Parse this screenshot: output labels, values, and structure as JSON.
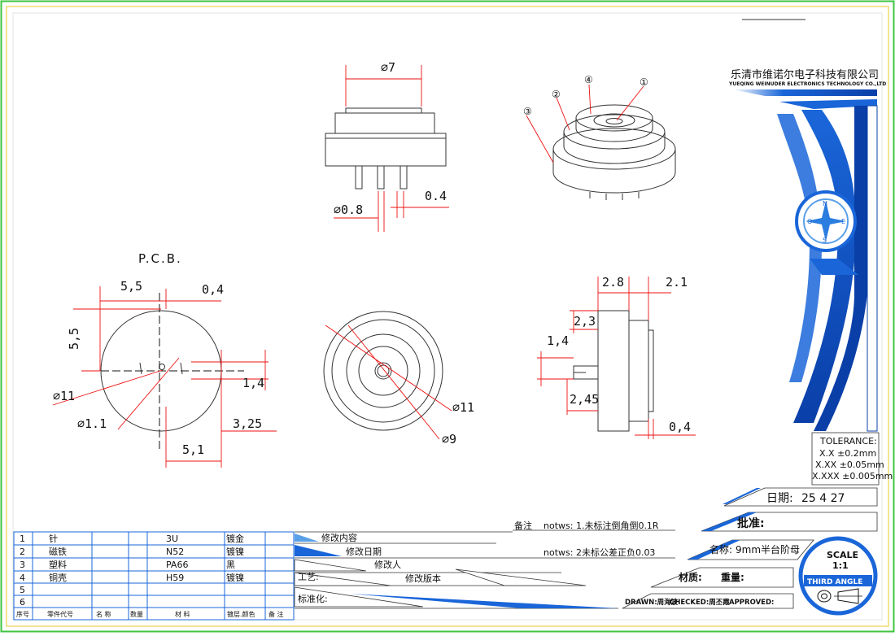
{
  "company": {
    "name_cn": "乐清市维诺尔电子科技有限公司",
    "name_en": "YUEQING WEINUDER ELECTRONICS TECHNOLOGY CO.,LTD"
  },
  "views": {
    "front": {
      "dia": "⌀7",
      "pin_dia": "⌀0.8",
      "gap": "0.4"
    },
    "iso": {
      "balloons": [
        "①",
        "②",
        "③",
        "④"
      ]
    },
    "pcb": {
      "title": "P.C.B.",
      "dims": {
        "d55h": "5,5",
        "d04": "0,4",
        "d55v": "5,5",
        "d14": "1,4",
        "d11": "⌀11",
        "d325": "3,25",
        "d11h": "⌀1.1",
        "d51": "5,1"
      }
    },
    "top": {
      "d11": "⌀11",
      "d9": "⌀9"
    },
    "side": {
      "d28": "2.8",
      "d21": "2.1",
      "d23": "2,3",
      "d14": "1,4",
      "d245": "2,45",
      "d04": "0,4"
    }
  },
  "tolerance": {
    "title": "TOLERANCE:",
    "lines": [
      "X.X  ±0.2mm",
      "X.XX  ±0.05mm",
      "X.XXX ±0.005mm"
    ]
  },
  "date": {
    "label": "日期:",
    "value": "25  4  27"
  },
  "approve": {
    "label": "批准:"
  },
  "product": {
    "label": "名称:",
    "value": "9mm半台阶母"
  },
  "scale": {
    "label": "SCALE",
    "value": "1:1",
    "angle": "THIRD ANGLE"
  },
  "notes": {
    "label": "备注",
    "line1": "notws: 1.未标注倒角倒0.1R",
    "line2": "notws: 2未标公差正负0.03"
  },
  "revision": {
    "content": "修改内容",
    "date": "修改日期",
    "person": "修改人",
    "version": "修改版本"
  },
  "process": "工艺:",
  "standard": "标准化:",
  "material_label": "材质:",
  "weight_label": "重量:",
  "sign": {
    "drawn": "DRAWN:周海波",
    "checked": "CHECKED:周丕霞",
    "approved": "APPROVED:"
  },
  "bom": {
    "rows": [
      {
        "no": "1",
        "name": "针",
        "material": "3U",
        "finish": "镀金"
      },
      {
        "no": "2",
        "name": "磁铁",
        "material": "N52",
        "finish": "镀镍"
      },
      {
        "no": "3",
        "name": "塑料",
        "material": "PA66",
        "finish": "黑"
      },
      {
        "no": "4",
        "name": "铜壳",
        "material": "H59",
        "finish": "镀镍"
      },
      {
        "no": "5",
        "name": "",
        "material": "",
        "finish": ""
      },
      {
        "no": "6",
        "name": "",
        "material": "",
        "finish": ""
      }
    ],
    "header": {
      "no": "序号",
      "part": "零件代号",
      "name": "名 称",
      "qty": "数量",
      "material": "材 料",
      "finish": "镀层.颜色",
      "remark": "备 注"
    }
  }
}
